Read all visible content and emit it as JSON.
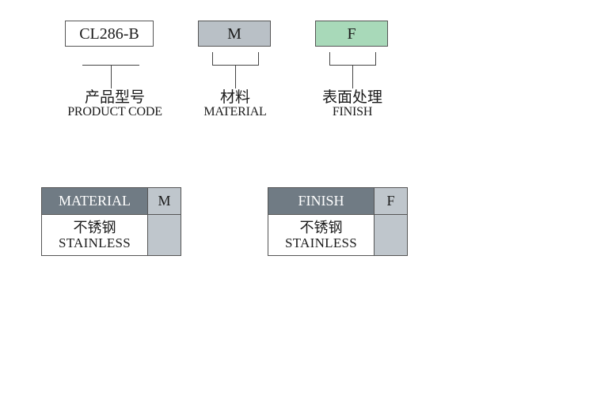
{
  "code_boxes": [
    {
      "text": "CL286-B",
      "color": "#ffffff"
    },
    {
      "text": "M",
      "color": "#b9c0c6"
    },
    {
      "text": "F",
      "color": "#a8d9b9"
    }
  ],
  "captions": [
    {
      "zh": "产品型号",
      "en": "PRODUCT CODE"
    },
    {
      "zh": "材料",
      "en": "MATERIAL"
    },
    {
      "zh": "表面处理",
      "en": "FINISH"
    }
  ],
  "material_table": {
    "header": "MATERIAL",
    "code": "M",
    "value_zh": "不锈钢",
    "value_en": "STAINLESS"
  },
  "finish_table": {
    "header": "FINISH",
    "code": "F",
    "value_zh": "不锈钢",
    "value_en": "STAINLESS"
  }
}
